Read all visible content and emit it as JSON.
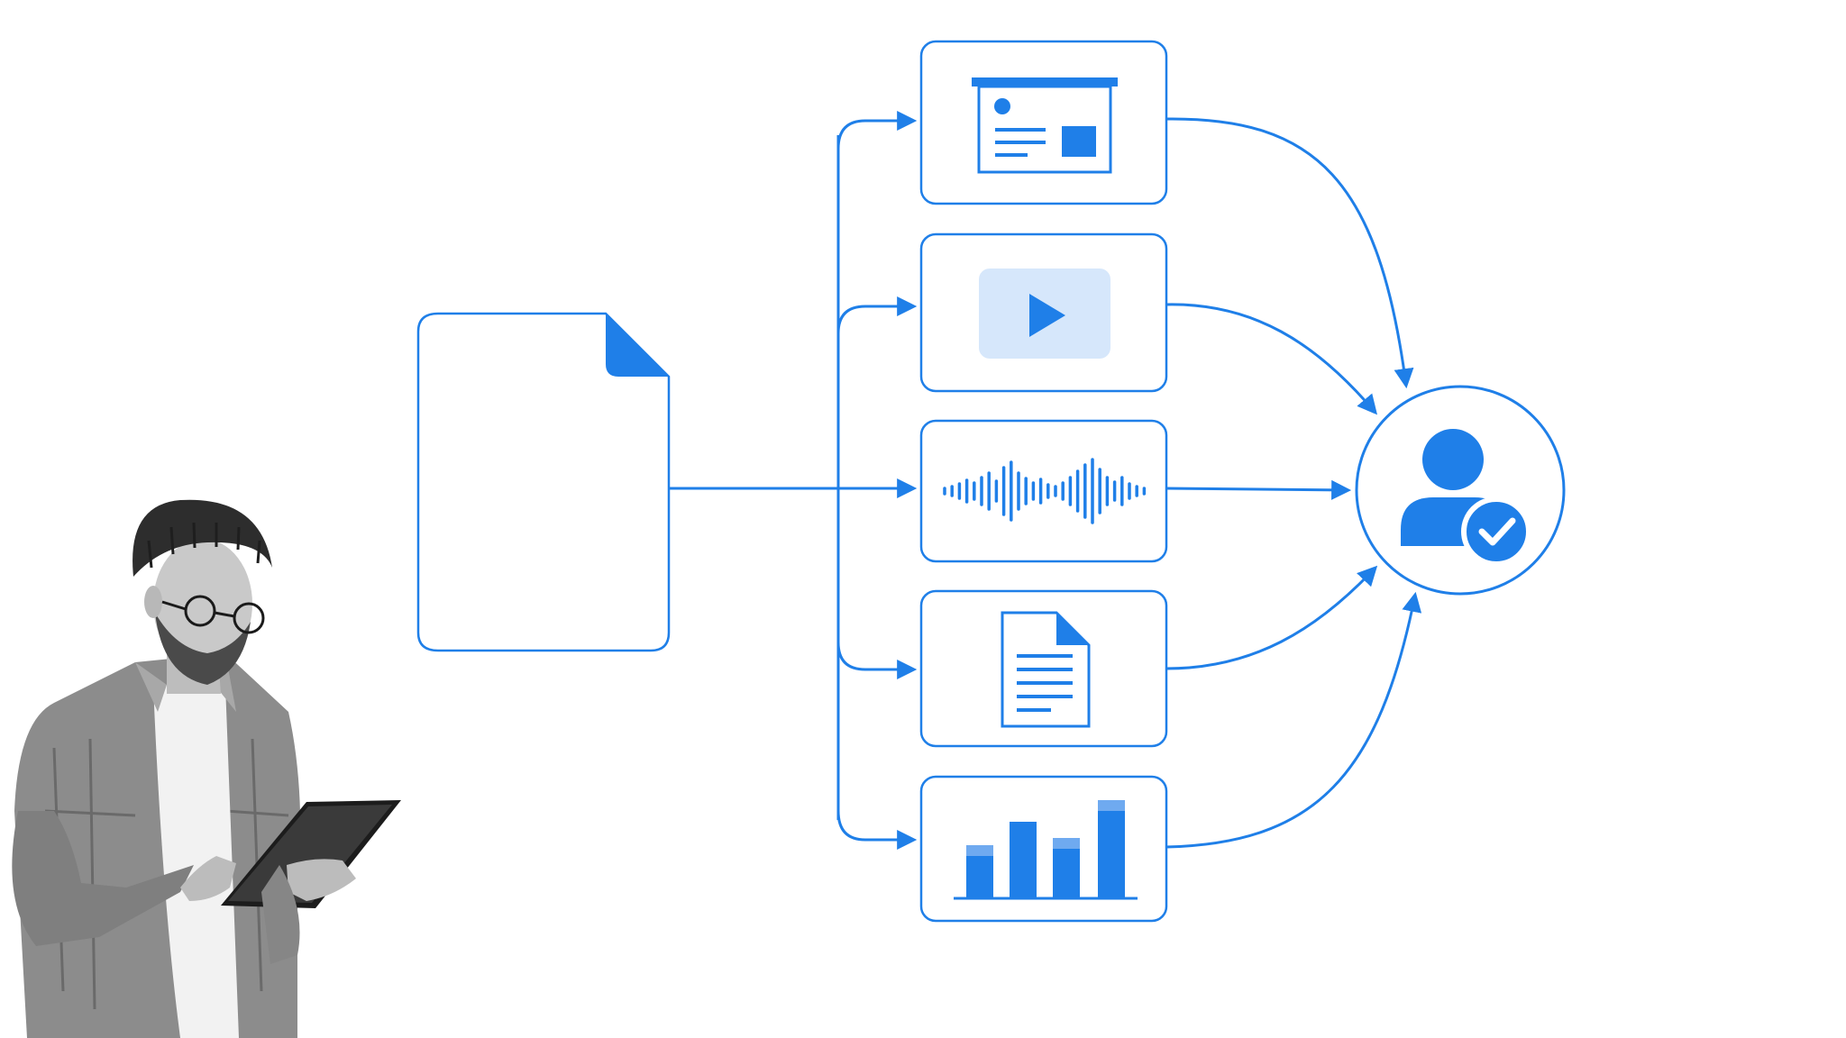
{
  "colors": {
    "accent": "#1F7FE8",
    "accent_light": "#D6E7FB",
    "accent_mid": "#6FAAF0",
    "background": "#FFFFFF"
  },
  "diagram": {
    "source": {
      "icon": "blank-document-icon"
    },
    "outputs": [
      {
        "id": "slide",
        "icon": "presentation-slide-icon"
      },
      {
        "id": "video",
        "icon": "play-video-icon"
      },
      {
        "id": "audio",
        "icon": "audio-waveform-icon"
      },
      {
        "id": "text",
        "icon": "text-document-icon"
      },
      {
        "id": "chart",
        "icon": "bar-chart-icon"
      }
    ],
    "target": {
      "icon": "verified-user-icon"
    }
  },
  "person": {
    "icon": "person-with-tablet-illustration"
  }
}
